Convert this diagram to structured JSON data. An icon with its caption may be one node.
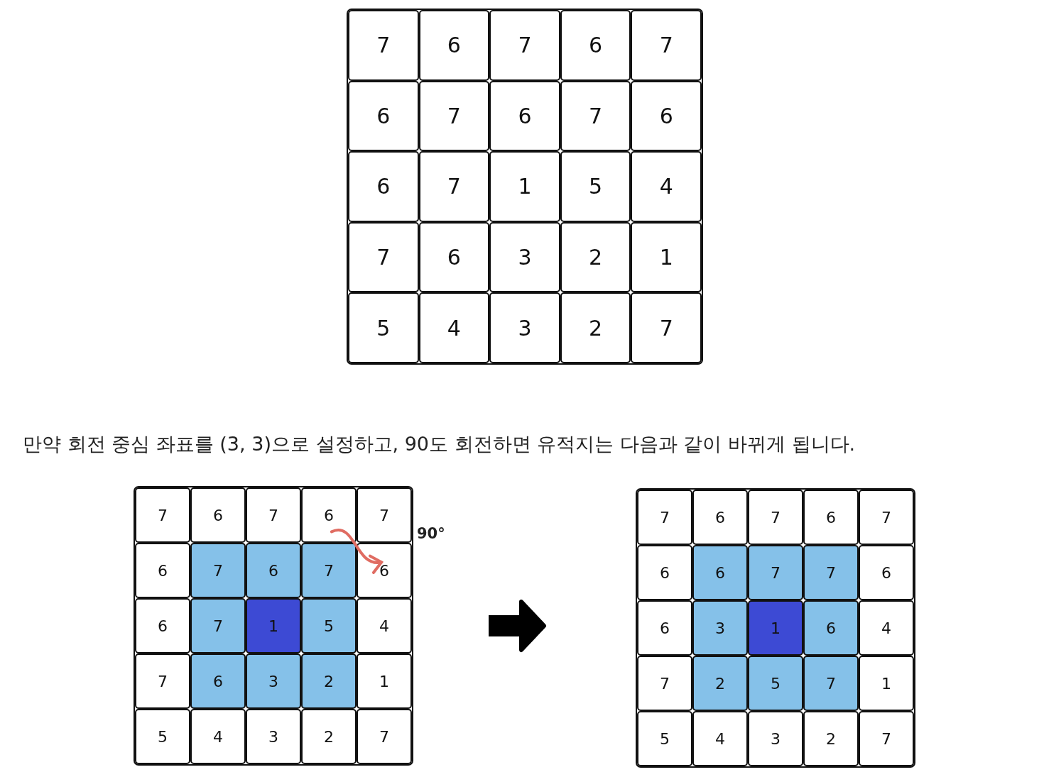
{
  "diagram": {
    "nodes": [
      {
        "text": [],
        "shape": "box"
      },
      {
        "text": [
          "7"
        ],
        "in": 0
      },
      {
        "text": [
          "6"
        ],
        "in": 0
      },
      {
        "text": [
          "7"
        ],
        "in": 0
      },
      {
        "text": [
          "6"
        ],
        "in": 0
      },
      {
        "text": [
          "7"
        ],
        "in": 0
      },
      {
        "text": [
          "6"
        ],
        "in": 0
      },
      {
        "text": [
          "7"
        ],
        "in": 0
      },
      {
        "text": [
          "6"
        ],
        "in": 0
      },
      {
        "text": [
          "7"
        ],
        "in": 0
      },
      {
        "text": [
          "6"
        ],
        "in": 0
      },
      {
        "text": [
          "6"
        ],
        "in": 0
      },
      {
        "text": [
          "7"
        ],
        "in": 0
      },
      {
        "text": [
          "1"
        ],
        "in": 0
      },
      {
        "text": [
          "5"
        ],
        "in": 0
      },
      {
        "text": [
          "4"
        ],
        "in": 0
      },
      {
        "text": [
          "7"
        ],
        "in": 0
      },
      {
        "text": [
          "6"
        ],
        "in": 0
      },
      {
        "text": [
          "3"
        ],
        "in": 0
      },
      {
        "text": [
          "2"
        ],
        "in": 0
      },
      {
        "text": [
          "1"
        ],
        "in": 0
      },
      {
        "text": [
          "5"
        ],
        "in": 0
      },
      {
        "text": [
          "4"
        ],
        "in": 0
      },
      {
        "text": [
          "3"
        ],
        "in": 0
      },
      {
        "text": [
          "2"
        ],
        "in": 0
      },
      {
        "text": [
          "7"
        ],
        "in": 0
      },
      {
        "text": [],
        "shape": "box"
      },
      {
        "text": [
          "7"
        ],
        "in": 26
      },
      {
        "text": [
          "6"
        ],
        "in": 26
      },
      {
        "text": [
          "7"
        ],
        "in": 26
      },
      {
        "text": [
          "6"
        ],
        "in": 26
      },
      {
        "text": [
          "7"
        ],
        "in": 26
      },
      {
        "text": [
          "6"
        ],
        "in": 26
      },
      {
        "text": [
          "7"
        ],
        "in": 26
      },
      {
        "text": [
          "6"
        ],
        "in": 26
      },
      {
        "text": [
          "7"
        ],
        "in": 26
      },
      {
        "text": [
          "6"
        ],
        "in": 26
      },
      {
        "text": [
          "6"
        ],
        "in": 26
      },
      {
        "text": [
          "7"
        ],
        "in": 26
      },
      {
        "text": [
          "1"
        ],
        "in": 26
      },
      {
        "text": [
          "5"
        ],
        "in": 26
      },
      {
        "text": [
          "4"
        ],
        "in": 26
      },
      {
        "text": [
          "7"
        ],
        "in": 26
      },
      {
        "text": [
          "6"
        ],
        "in": 26
      },
      {
        "text": [
          "3"
        ],
        "in": 26
      },
      {
        "text": [
          "2"
        ],
        "in": 26
      },
      {
        "text": [
          "1"
        ],
        "in": 26
      },
      {
        "text": [
          "5"
        ],
        "in": 26
      },
      {
        "text": [
          "4"
        ],
        "in": 26
      },
      {
        "text": [
          "3"
        ],
        "in": 26
      },
      {
        "text": [
          "2"
        ],
        "in": 26
      },
      {
        "text": [
          "7"
        ],
        "in": 26
      },
      {
        "text": [],
        "shape": "box"
      },
      {
        "text": [
          "7"
        ],
        "in": 52
      },
      {
        "text": [
          "6"
        ],
        "in": 52
      },
      {
        "text": [
          "7"
        ],
        "in": 52
      },
      {
        "text": [
          "6"
        ],
        "in": 52
      },
      {
        "text": [
          "7"
        ],
        "in": 52
      },
      {
        "text": [
          "6"
        ],
        "in": 52
      },
      {
        "text": [
          "6"
        ],
        "in": 52
      },
      {
        "text": [
          "7"
        ],
        "in": 52
      },
      {
        "text": [
          "7"
        ],
        "in": 52
      },
      {
        "text": [
          "6"
        ],
        "in": 52
      },
      {
        "text": [
          "6"
        ],
        "in": 52
      },
      {
        "text": [
          "3"
        ],
        "in": 52
      },
      {
        "text": [
          "1"
        ],
        "in": 52
      },
      {
        "text": [
          "6"
        ],
        "in": 52
      },
      {
        "text": [
          "4"
        ],
        "in": 52
      },
      {
        "text": [
          "7"
        ],
        "in": 52
      },
      {
        "text": [
          "2"
        ],
        "in": 52
      },
      {
        "text": [
          "5"
        ],
        "in": 52
      },
      {
        "text": [
          "7"
        ],
        "in": 52
      },
      {
        "text": [
          "1"
        ],
        "in": 52
      },
      {
        "text": [
          "5"
        ],
        "in": 52
      },
      {
        "text": [
          "4"
        ],
        "in": 52
      },
      {
        "text": [
          "3"
        ],
        "in": 52
      },
      {
        "text": [
          "2"
        ],
        "in": 52
      },
      {
        "text": [
          "7"
        ],
        "in": 52
      }
    ],
    "edges": [
      {
        "from": 26,
        "to": 52,
        "arrow": "to",
        "style": "thick"
      },
      {
        "from": 30,
        "to": 36,
        "arrow": "to",
        "color": "#e06c62"
      }
    ],
    "labels": [
      "만약 회전 중심 좌표를 (3, 3)으로 설정하고, 90도 회전하면 유적지는 다음과 같이 바뀌게 됩니다.",
      "90°"
    ]
  }
}
